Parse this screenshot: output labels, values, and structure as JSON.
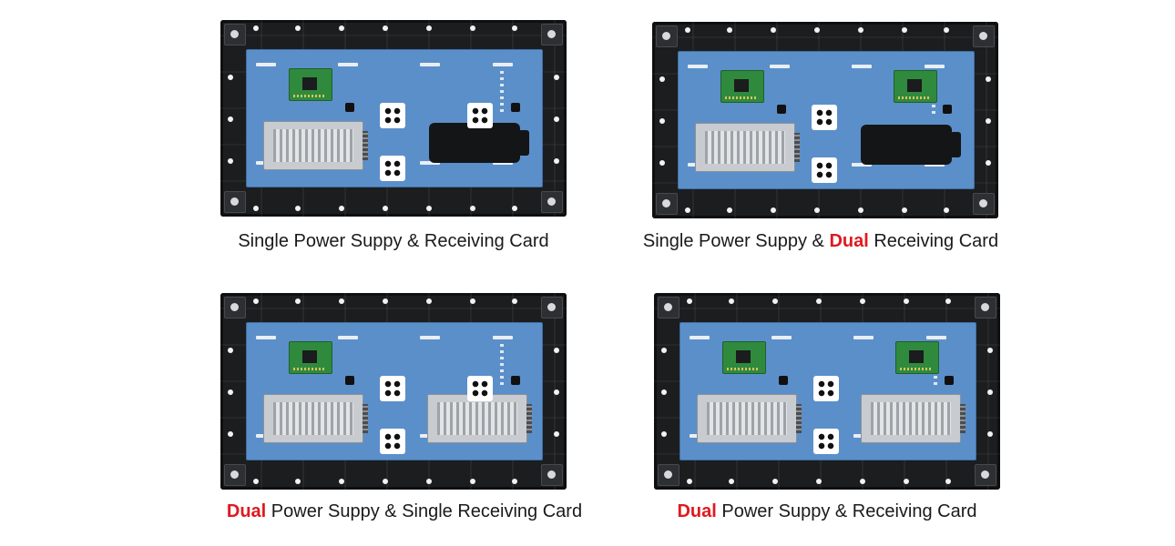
{
  "colors": {
    "accent": "#e0191f",
    "board": "#5b8fc9",
    "cabinet": "#1c1d1f"
  },
  "captions": [
    {
      "accent": "",
      "text": "Single Power Suppy & Receiving Card"
    },
    {
      "before": "Single Power Suppy & ",
      "accent": "Dual",
      "after": " Receiving Card"
    },
    {
      "accent": "Dual",
      "after": " Power Suppy & Single Receiving Card"
    },
    {
      "accent": "Dual",
      "after": " Power Suppy & Receiving Card"
    }
  ],
  "configurations": [
    {
      "power_supplies": 1,
      "receiving_cards": 1
    },
    {
      "power_supplies": 1,
      "receiving_cards": 2
    },
    {
      "power_supplies": 2,
      "receiving_cards": 1
    },
    {
      "power_supplies": 2,
      "receiving_cards": 2
    }
  ]
}
